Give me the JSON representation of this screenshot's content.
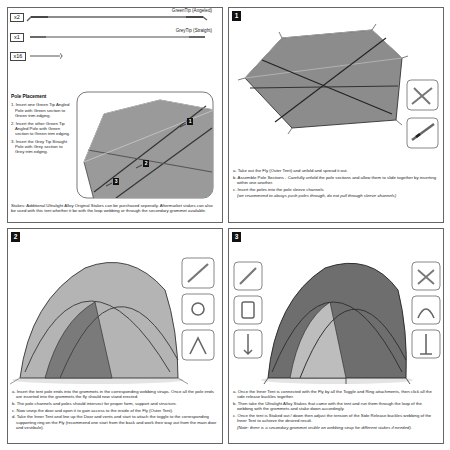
{
  "diagram": {
    "nodes": [
      {
        "text": [
          "Pole Placement",
          "1. Insert one Green Tip Angled Pole with Green section to Green trim edging.",
          "2. Insert the other Green Tip Angled Pole with Green section to Green trim edging.",
          "3. Insert the Grey Tip Straight Pole with Grey section to Grey trim edging.",
          "Stakes: Additional Ultralight Alloy Original Stakes can be purchased seperatly. Aftermarket stakes can also be used with this tent whether it be with the loop webbing or through the secondary grommet available."
        ]
      },
      {
        "text": [
          "x2"
        ],
        "in": 0
      },
      {
        "text": [
          "x1"
        ],
        "in": 0
      },
      {
        "text": [
          "x16"
        ],
        "in": 0
      },
      {
        "text": [
          "a. Take out the Fly (Outer Tent) and unfold and spread it out.",
          "b. Assemble Pole Sections - Carefully unfold the pole sections and allow them to slide together by inserting within one another.",
          "c. Insert the poles into the pole sleeve channels",
          "(we recommend to always push poles through, do not pull through sleeve channels)"
        ]
      },
      {
        "text": [
          "1"
        ],
        "in": 4
      },
      {
        "text": [
          "a. Insert the tent pole ends into the grommets in the corresponding webbing straps. Once all the pole ends are inserted into the grommets the fly should now stand erected.",
          "b. The pole channels and poles should intersect for proper form, support and structure.",
          "c. Now unzip the door and open it to gain access to the inside of the Fly (Outer Tent).",
          "d. Take the Inner Tent and line up the Door and vents and start to attach the toggle to the corresponding supporting ring on the Fly (recommend one start from the back and work their way out from the main door and vestibule)."
        ]
      },
      {
        "text": [
          "2"
        ],
        "in": 6
      },
      {
        "text": [
          "a. Once the Inner Tent is connected with the Fly by all the Toggle and Ring attachments, then click all the side release buckles together.",
          "b. Then take the Ultralight Alloy Stakes that came with the tent and run them through the loop of the webbing with the grommets and stake down accordingly.",
          "c. Once the tent is Staked out / down then adjust the tension of the Side Release buckles webbing of the Inner Tent to achieve the desired result.",
          "(Note: there is a secondary grommet visible on webbing strap for different stakes if needed)."
        ]
      },
      {
        "text": [
          "3"
        ],
        "in": 8
      }
    ],
    "labels": [
      "GreenTip (Angeled)",
      "GreyTip (Straight)",
      "1",
      "2",
      "3"
    ]
  }
}
